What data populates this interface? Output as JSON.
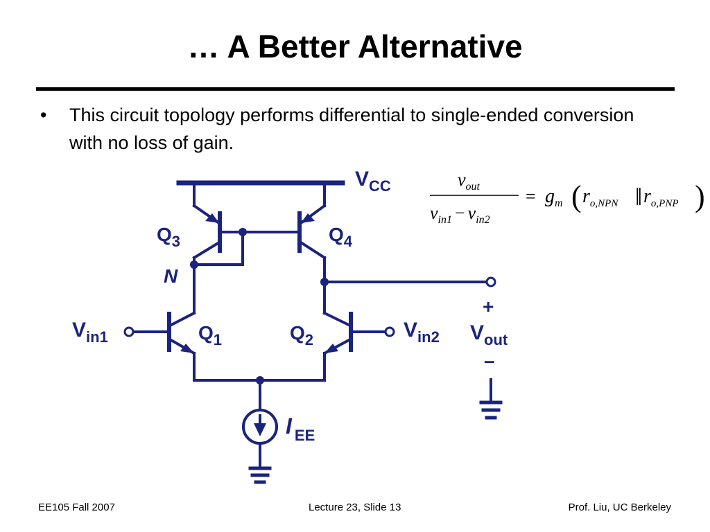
{
  "slide": {
    "title": "… A Better Alternative",
    "bullet": "This circuit topology performs differential to single-ended conversion with no loss of gain."
  },
  "circuit": {
    "labels": {
      "vcc_main": "V",
      "vcc_sub": "CC",
      "q3_main": "Q",
      "q3_sub": "3",
      "q4_main": "Q",
      "q4_sub": "4",
      "node_n": "N",
      "q1_main": "Q",
      "q1_sub": "1",
      "q2_main": "Q",
      "q2_sub": "2",
      "vin1_main": "V",
      "vin1_sub": "in1",
      "vin2_main": "V",
      "vin2_sub": "in2",
      "vout_main": "V",
      "vout_sub": "out",
      "plus": "+",
      "minus": "–",
      "iee_main": "I",
      "iee_sub": "EE"
    },
    "wire_color": "#1a237e"
  },
  "formula": {
    "num_v": "v",
    "num_sub": "out",
    "den_v1": "v",
    "den_sub1": "in1",
    "den_minus": "−",
    "den_v2": "v",
    "den_sub2": "in2",
    "equals": "=",
    "gm": "g",
    "gm_sub": "m",
    "lparen": "(",
    "r1": "r",
    "r1_sub": "o,NPN",
    "parallel": "‖",
    "r2": "r",
    "r2_sub": "o,PNP",
    "rparen": ")"
  },
  "footer": {
    "left": "EE105 Fall 2007",
    "center": "Lecture 23, Slide 13",
    "right": "Prof. Liu, UC Berkeley"
  }
}
